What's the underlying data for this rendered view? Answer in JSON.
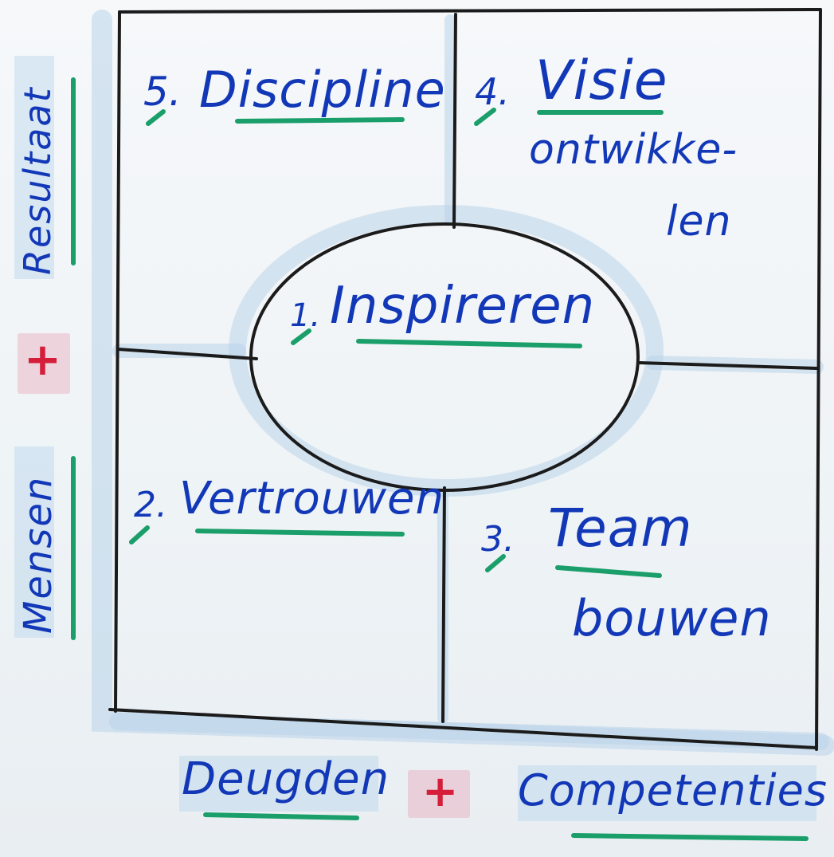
{
  "quadrants": {
    "top_left": {
      "number": "5.",
      "label": "Discipline"
    },
    "top_right": {
      "number": "4.",
      "label_line1": "Visie",
      "label_line2": "ontwikke-",
      "label_line3": "len"
    },
    "bottom_left": {
      "number": "2.",
      "label": "Vertrouwen"
    },
    "bottom_right": {
      "number": "3.",
      "label_line1": "Team",
      "label_line2": "bouwen"
    }
  },
  "center": {
    "number": "1.",
    "label": "Inspireren"
  },
  "left_axis": {
    "top_label": "Resultaat",
    "plus": "+",
    "bottom_label": "Mensen"
  },
  "bottom_axis": {
    "left_label": "Deugden",
    "plus": "+",
    "right_label": "Competenties"
  },
  "colors": {
    "ink_blue": "#1238b8",
    "ink_black": "#1b1b1b",
    "underline_green": "#1a9e6a",
    "accent_red": "#d41e3a",
    "wash_blue": "#b9d4ea"
  }
}
